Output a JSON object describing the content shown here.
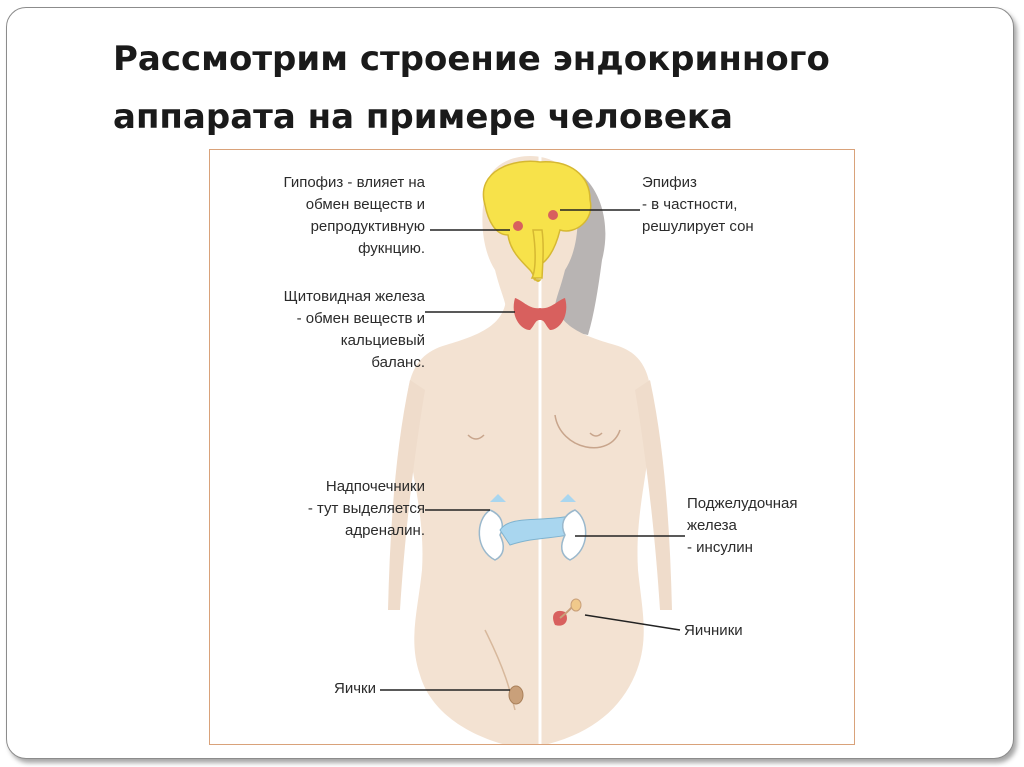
{
  "slide": {
    "title_lines": [
      "Рассмотрим строение эндокринного",
      "аппарата на примере человека"
    ]
  },
  "diagram": {
    "labels": {
      "pituitary": [
        "Гипофиз - влияет на",
        "обмен веществ и",
        "репродуктивную",
        "фукнцию."
      ],
      "pineal": [
        "Эпифиз",
        "- в частности,",
        "решулирует сон"
      ],
      "thyroid": [
        "Щитовидная железа",
        "- обмен веществ и",
        "кальциевый",
        "баланс."
      ],
      "adrenals": [
        "Надпочечники",
        "- тут выделяется",
        "адреналин."
      ],
      "pancreas": [
        "Поджелудочная",
        "железа",
        "- инсулин"
      ],
      "ovaries": [
        "Яичники"
      ],
      "testes": [
        "Яички"
      ]
    },
    "colors": {
      "body_skin": "#f3e2d2",
      "hair": "#b8b4b3",
      "brain": "#f7e24a",
      "thyroid": "#d8605e",
      "pancreas": "#a9d6ef",
      "frame": "#d9a27a",
      "ovary": "#c9a07a"
    },
    "icons": [
      "brain-illustration",
      "thyroid-gland",
      "pancreas-and-adrenals",
      "ovaries",
      "testis"
    ]
  }
}
